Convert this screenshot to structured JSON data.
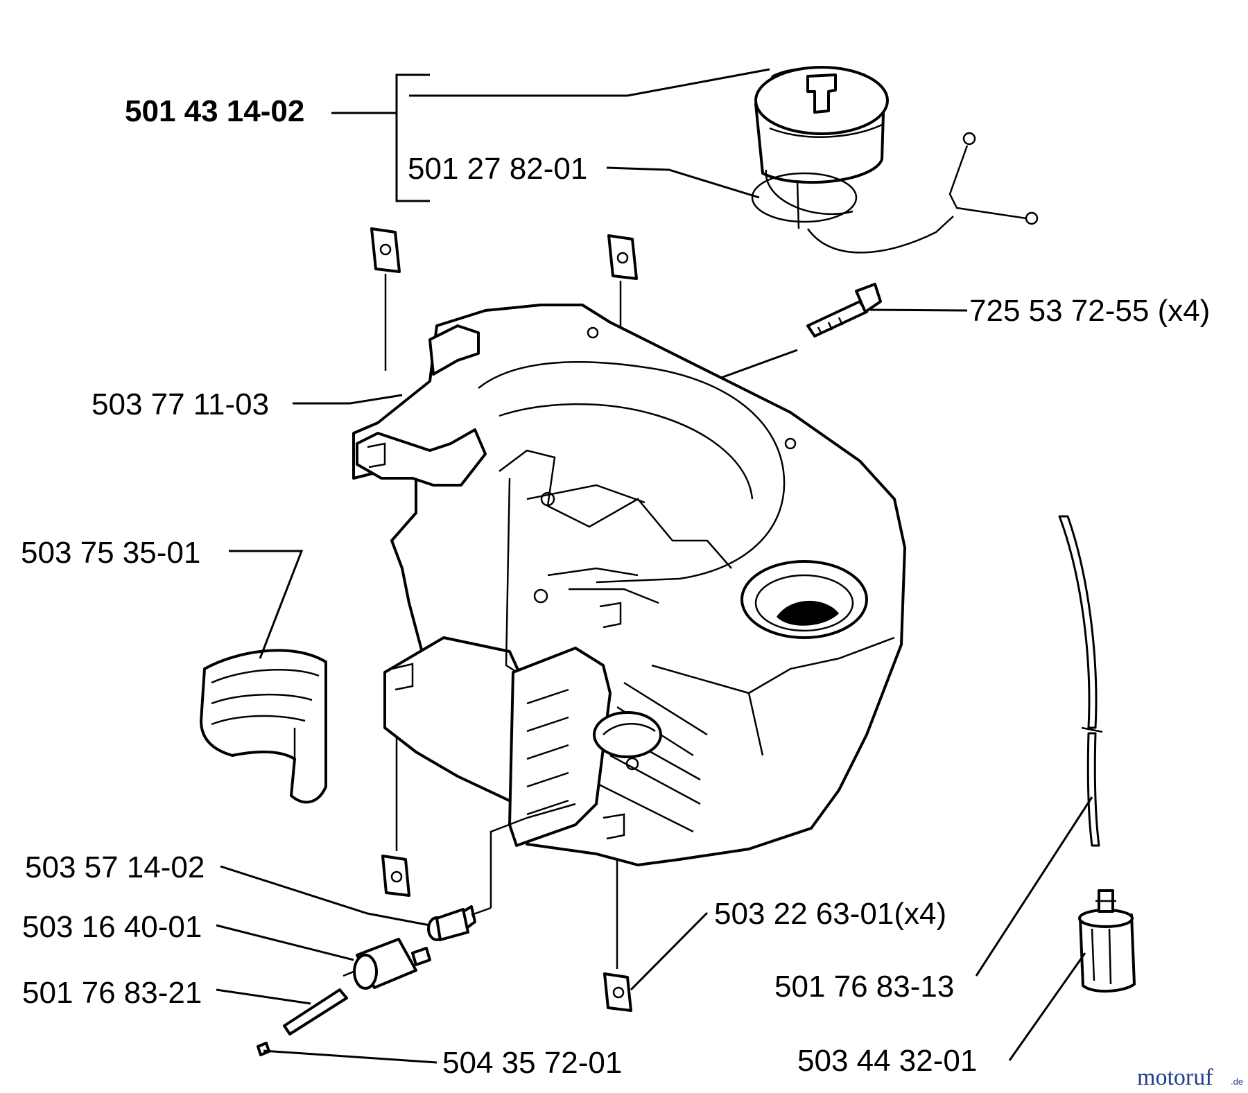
{
  "labels": {
    "cap_assembly": "501 43 14-02",
    "cap_seal": "501 27 82-01",
    "screw": "725 53 72-55 (x4)",
    "tank_housing": "503 77 11-03",
    "cover_piece": "503 75 35-01",
    "nipple": "503 57 14-02",
    "fuel_filter": "503 16 40-01",
    "hose_short": "501 76 83-21",
    "plug": "504 35 72-01",
    "damper": "503 22 63-01(x4)",
    "fuel_hose": "501 76 83-13",
    "filter_cartridge": "503 44 32-01"
  },
  "watermark": {
    "brand": "motoruf",
    "suffix": ".de",
    "color": "#1f3e8c"
  }
}
